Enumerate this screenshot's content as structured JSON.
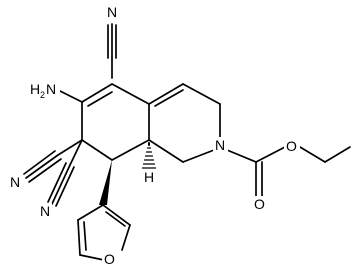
{
  "molecule": {
    "atom_labels": {
      "amine_N": "N",
      "amine_H": "H",
      "amine_H_count": "2",
      "nitrile_top_N": "N",
      "nitrile_left_N": "N",
      "nitrile_lower_N": "N",
      "ring_N": "N",
      "carbonyl_O": "O",
      "ester_O": "O",
      "furan_O": "O",
      "stereo_H": "H"
    }
  }
}
